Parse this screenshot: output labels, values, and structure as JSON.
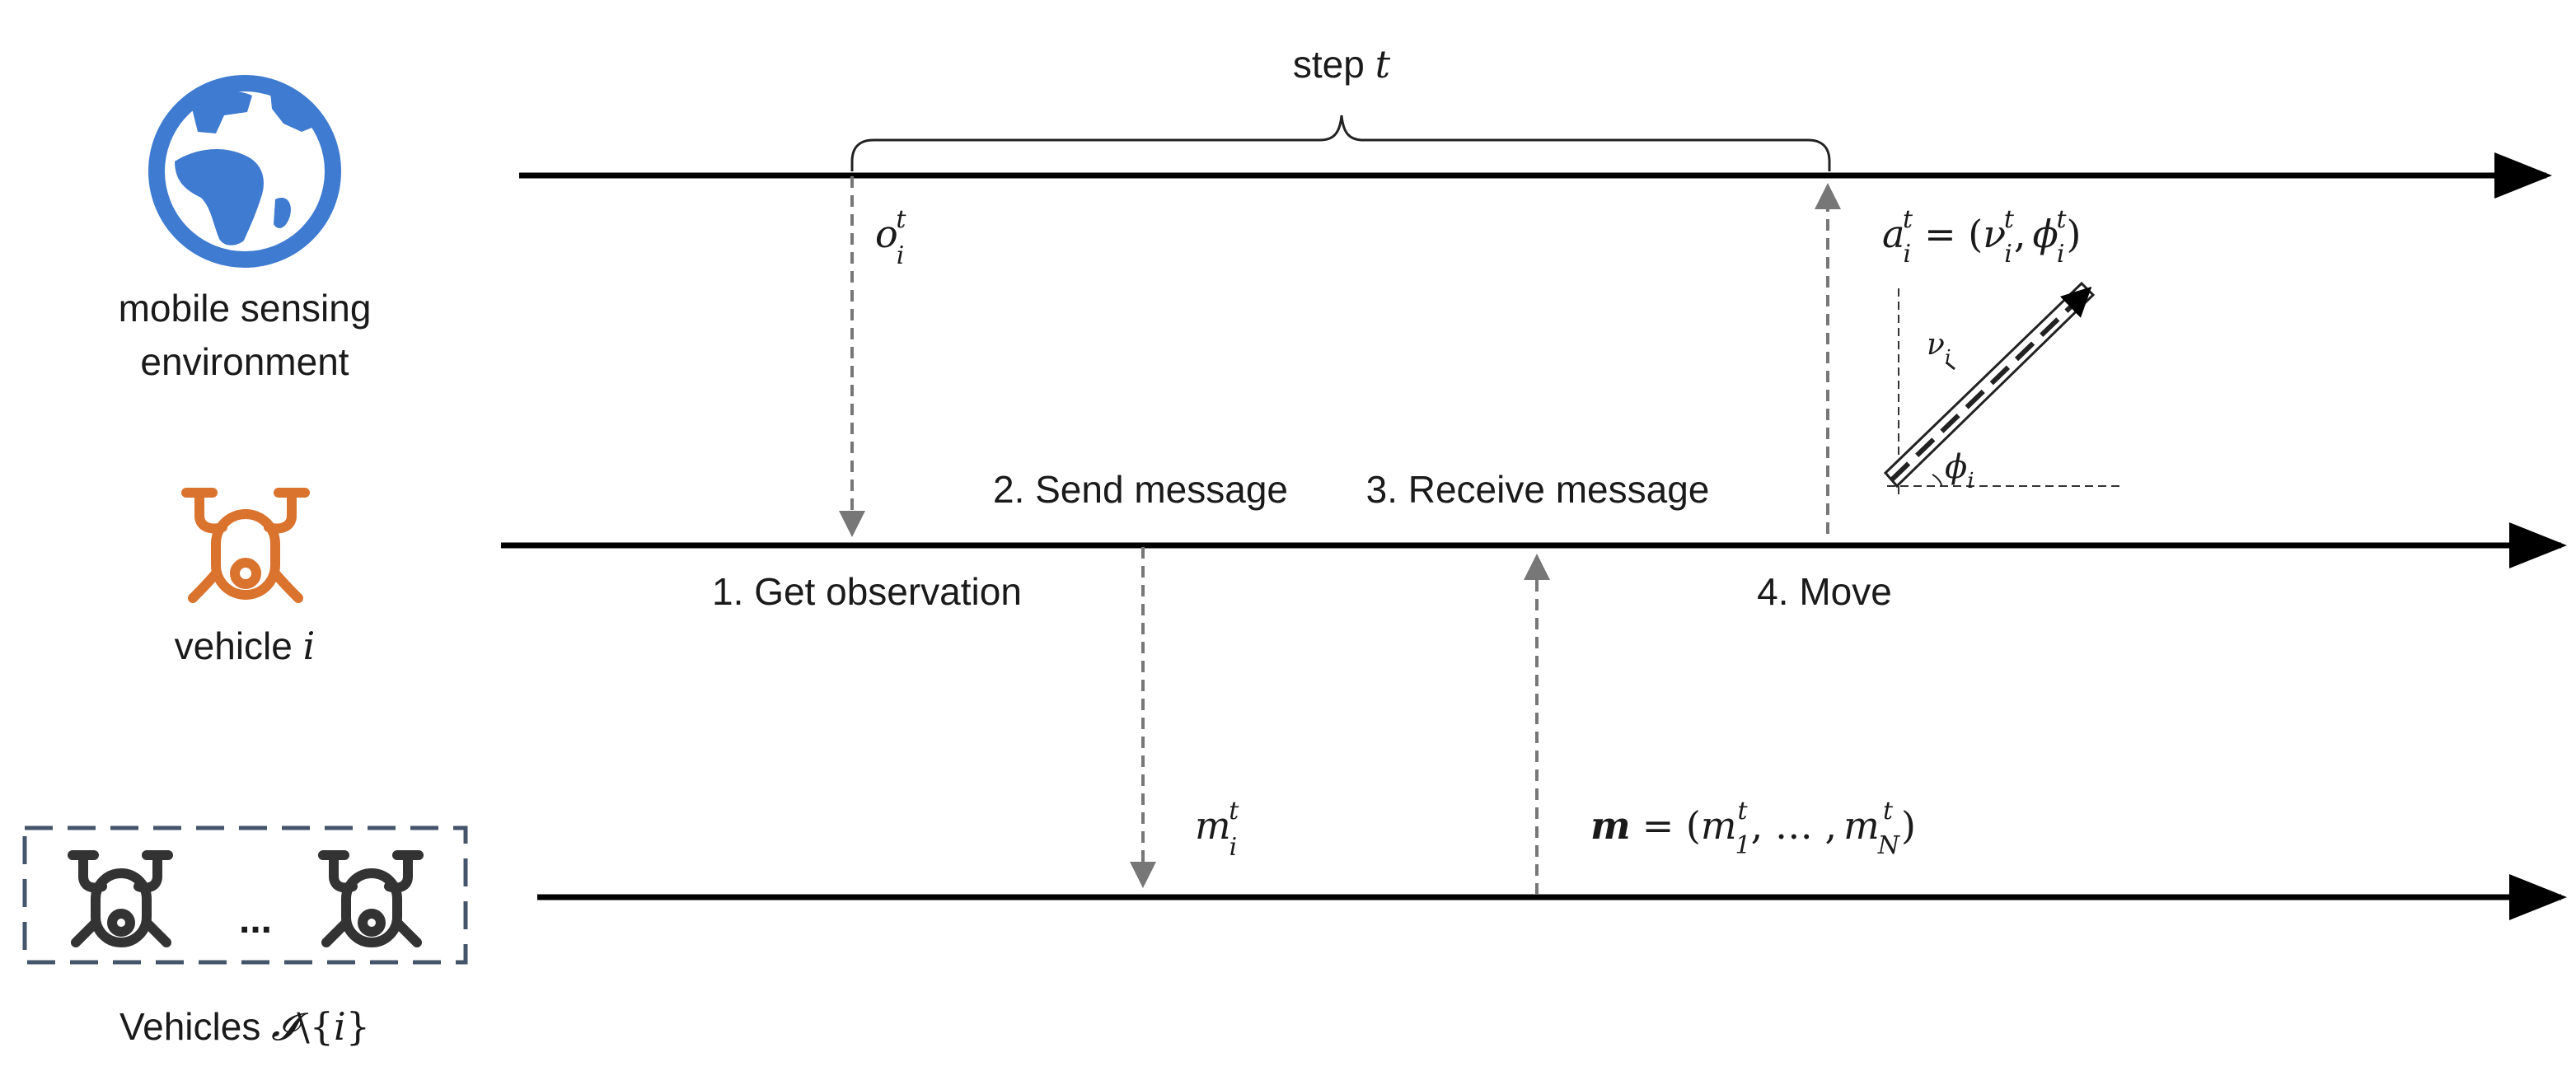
{
  "step_label": {
    "text": "step ",
    "var": "t"
  },
  "rows": {
    "environment": {
      "label_line1": "mobile sensing",
      "label_line2": "environment",
      "icon": "globe-icon",
      "color": "#3f7bd1"
    },
    "vehicle": {
      "label": "vehicle ",
      "label_var": "i",
      "icon": "drone-icon",
      "color": "#d9732e"
    },
    "others": {
      "label": "Vehicles ",
      "label_set": "𝓘",
      "label_rest": "\\{",
      "label_var": "i",
      "label_close": "}",
      "ellipsis": "...",
      "icon": "drone-icon",
      "color": "#333333",
      "box_color": "#44546a"
    }
  },
  "steps": {
    "s1": "1. Get observation",
    "s2": "2. Send message",
    "s3": "3. Receive message",
    "s4": "4. Move"
  },
  "math": {
    "obs": {
      "base": "o",
      "sub": "i",
      "sup": "t"
    },
    "action": {
      "base": "a",
      "sub": "i",
      "sup": "t",
      "rhs_open": "= (",
      "nu": "ν",
      "phi": "ϕ",
      "comma": ",",
      "close": ")"
    },
    "msg_i": {
      "base": "m",
      "sub": "i",
      "sup": "t"
    },
    "msg_all": {
      "bold": "m",
      "rhs_open": "= (",
      "m": "m",
      "sub1": "1",
      "subN": "N",
      "sup": "t",
      "dots": ", … ,",
      "close": ")"
    },
    "nu_i": {
      "base": "ν",
      "sub": "i"
    },
    "phi_i": {
      "base": "ϕ",
      "sub": "i"
    }
  }
}
